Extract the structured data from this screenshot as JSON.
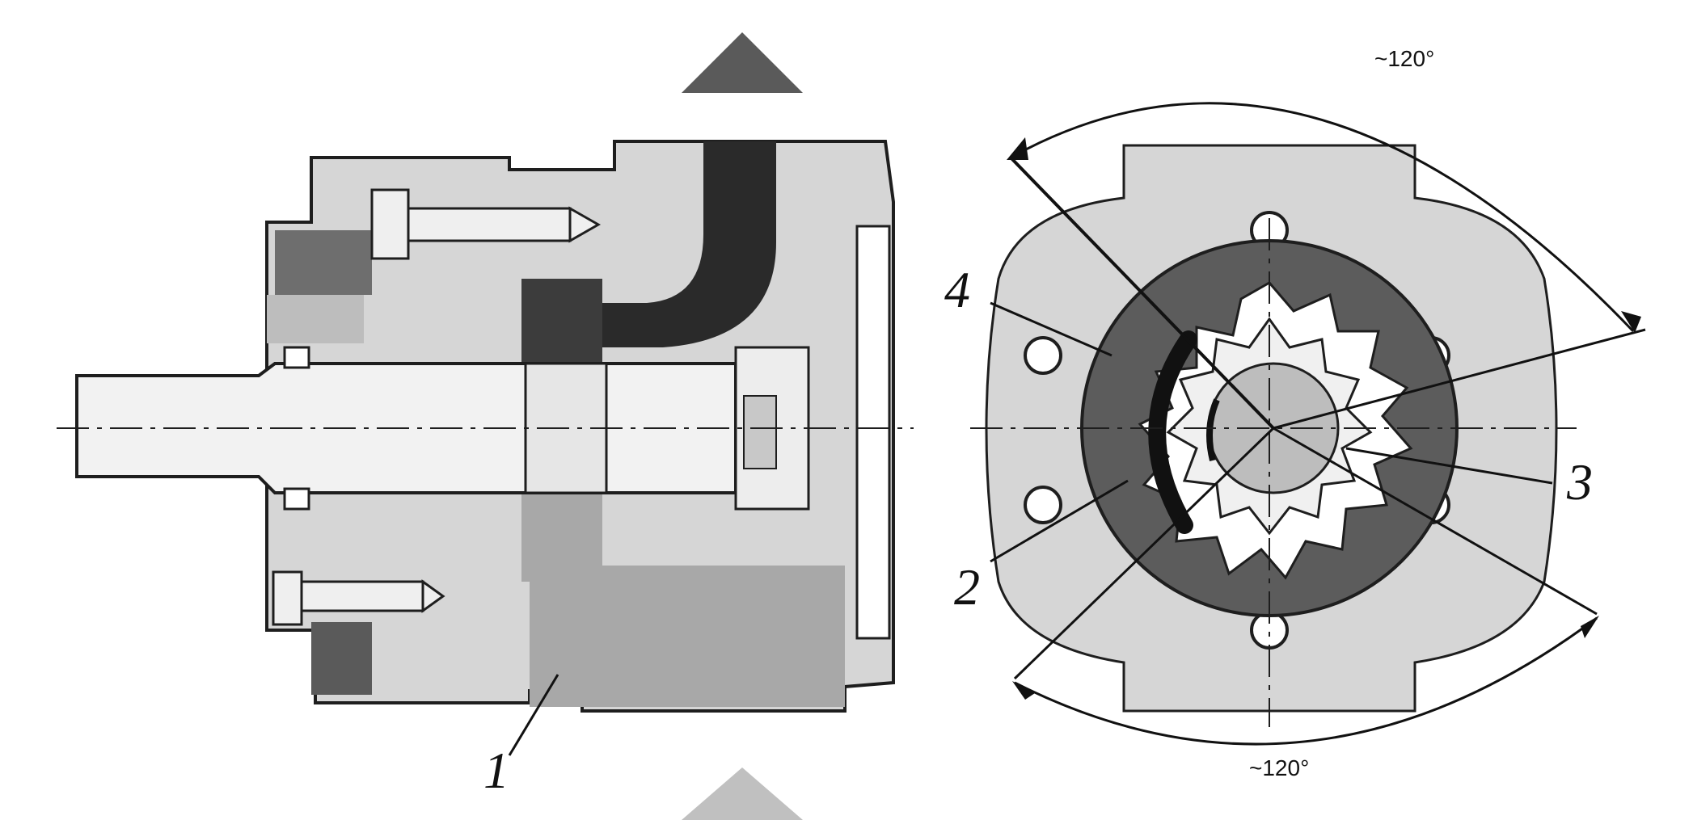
{
  "figure": {
    "callouts": {
      "c1": "1",
      "c2": "2",
      "c3": "3",
      "c4": "4"
    },
    "angle_labels": {
      "top": "~120°",
      "bottom": "~120°"
    }
  },
  "colors": {
    "light_grey": "#d6d6d6",
    "mid_grey": "#a8a8a8",
    "dark_grey": "#5a5a5a",
    "near_black": "#1e1e1e",
    "white": "#ffffff"
  }
}
